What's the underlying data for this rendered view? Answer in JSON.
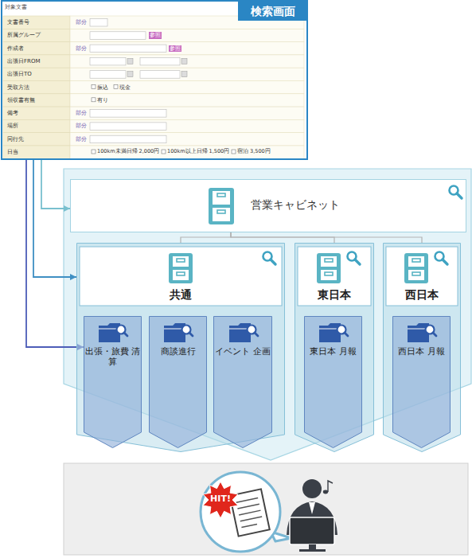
{
  "diagram": {
    "nodes": [
      {
        "text": [
          "検索画面"
        ]
      },
      {
        "text": [
          "営業キャビネット"
        ]
      },
      {
        "text": [
          "共通"
        ]
      },
      {
        "text": [
          "出張・旅費 清算"
        ],
        "in": 2
      },
      {
        "text": [
          "商談進行"
        ],
        "in": 2
      },
      {
        "text": [
          "イベント 企画"
        ],
        "in": 2
      },
      {
        "text": [
          "東日本"
        ]
      },
      {
        "text": [
          "東日本 月報"
        ],
        "in": 6
      },
      {
        "text": [
          "西日本"
        ]
      },
      {
        "text": [
          "西日本 月報"
        ],
        "in": 8
      }
    ],
    "edges": [
      {
        "from": 0,
        "to": 1,
        "arrow": "to"
      },
      {
        "from": 0,
        "to": 2,
        "arrow": "to"
      },
      {
        "from": 0,
        "to": 3,
        "arrow": "to"
      },
      {
        "from": 1,
        "to": 2,
        "arrow": "none"
      },
      {
        "from": 1,
        "to": 6,
        "arrow": "none"
      },
      {
        "from": 1,
        "to": 8,
        "arrow": "none"
      }
    ],
    "labels": [
      "対象文書",
      "文書番号",
      "部分",
      "所属グループ",
      "参照",
      "作成者",
      "部分",
      "参照",
      "出張日FROM",
      "出張日TO",
      "受取方法",
      "振込",
      "現金",
      "領収書有無",
      "有り",
      "備考",
      "部分",
      "場所",
      "部分",
      "同行先",
      "部分",
      "日当",
      "100km未満日帰 2,000円",
      "100km以上日帰 1,500円",
      "宿泊 3,500円",
      "HIT!"
    ]
  }
}
